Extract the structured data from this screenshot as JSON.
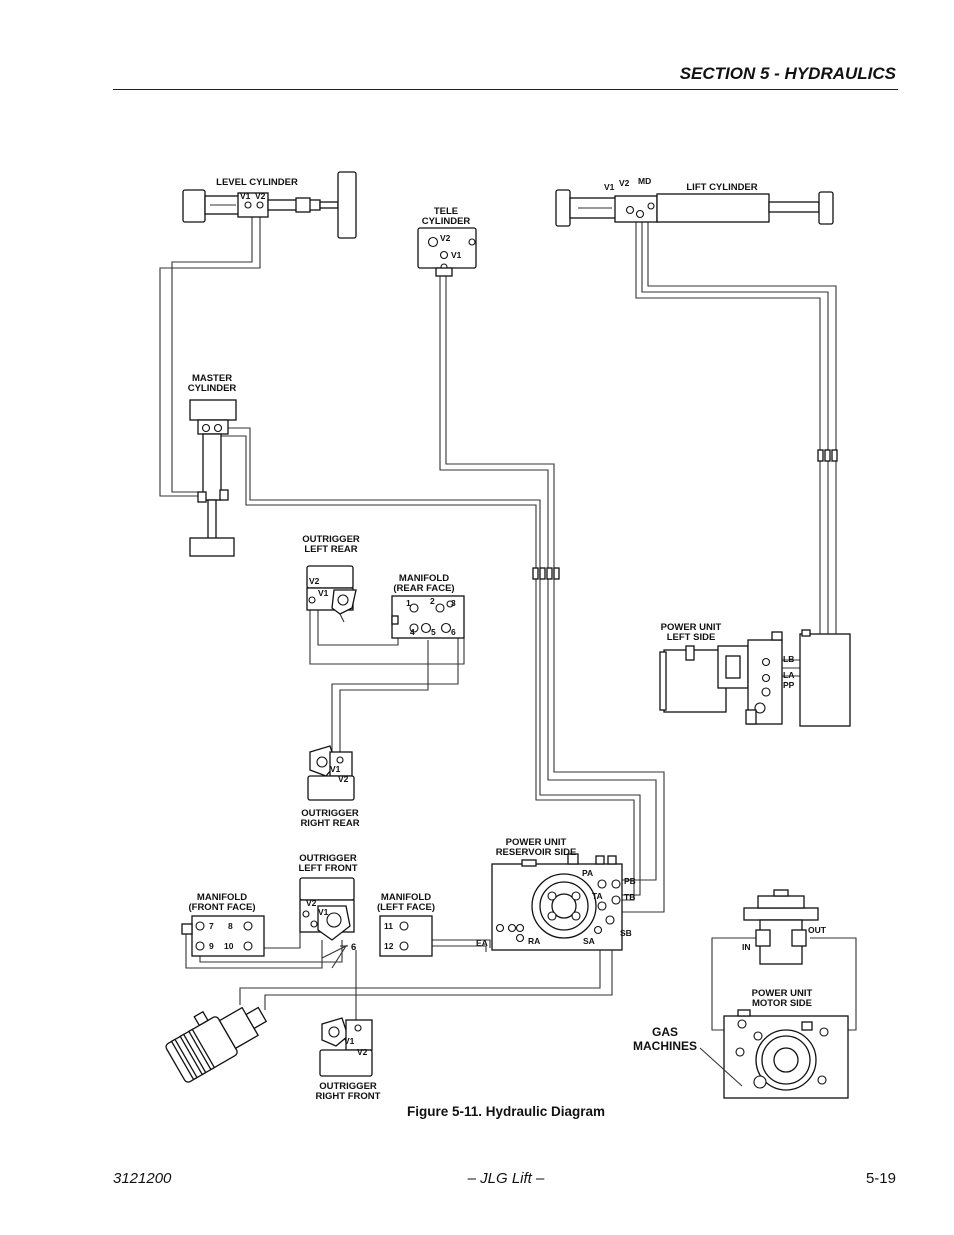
{
  "header": {
    "section": "SECTION 5 - HYDRAULICS"
  },
  "figure": {
    "caption": "Figure 5-11.  Hydraulic Diagram",
    "labels": {
      "level_cylinder": "LEVEL CYLINDER",
      "tele_cylinder": [
        "TELE",
        "CYLINDER"
      ],
      "lift_cylinder": "LIFT CYLINDER",
      "master_cylinder": [
        "MASTER",
        "CYLINDER"
      ],
      "outrigger_left_rear": [
        "OUTRIGGER",
        "LEFT REAR"
      ],
      "manifold_rear": [
        "MANIFOLD",
        "(REAR FACE)"
      ],
      "outrigger_right_rear": [
        "OUTRIGGER",
        "RIGHT REAR"
      ],
      "power_unit_left": [
        "POWER UNIT",
        "LEFT SIDE"
      ],
      "power_unit_reservoir": [
        "POWER UNIT",
        "RESERVOIR SIDE"
      ],
      "outrigger_left_front": [
        "OUTRIGGER",
        "LEFT FRONT"
      ],
      "manifold_front": [
        "MANIFOLD",
        "(FRONT FACE)"
      ],
      "manifold_left": [
        "MANIFOLD",
        "(LEFT FACE)"
      ],
      "outrigger_right_front": [
        "OUTRIGGER",
        "RIGHT FRONT"
      ],
      "power_unit_motor": [
        "POWER UNIT",
        "MOTOR SIDE"
      ],
      "gas_machines": [
        "GAS",
        "MACHINES"
      ]
    },
    "ports": {
      "v1": "V1",
      "v2": "V2",
      "md": "MD",
      "lb": "LB",
      "la": "LA",
      "pp": "PP",
      "pa": "PA",
      "pb": "PB",
      "ta": "TA",
      "tb": "TB",
      "ea": "EA",
      "ra": "RA",
      "sa": "SA",
      "sb": "SB",
      "in": "IN",
      "out": "OUT",
      "rear_ports": [
        "1",
        "2",
        "3",
        "4",
        "5",
        "6"
      ],
      "front_ports": [
        "7",
        "8",
        "9",
        "10"
      ],
      "left_ports": [
        "11",
        "12"
      ],
      "callout": "6"
    }
  },
  "footer": {
    "doc_number": "3121200",
    "publisher": "– JLG Lift –",
    "page": "5-19"
  }
}
